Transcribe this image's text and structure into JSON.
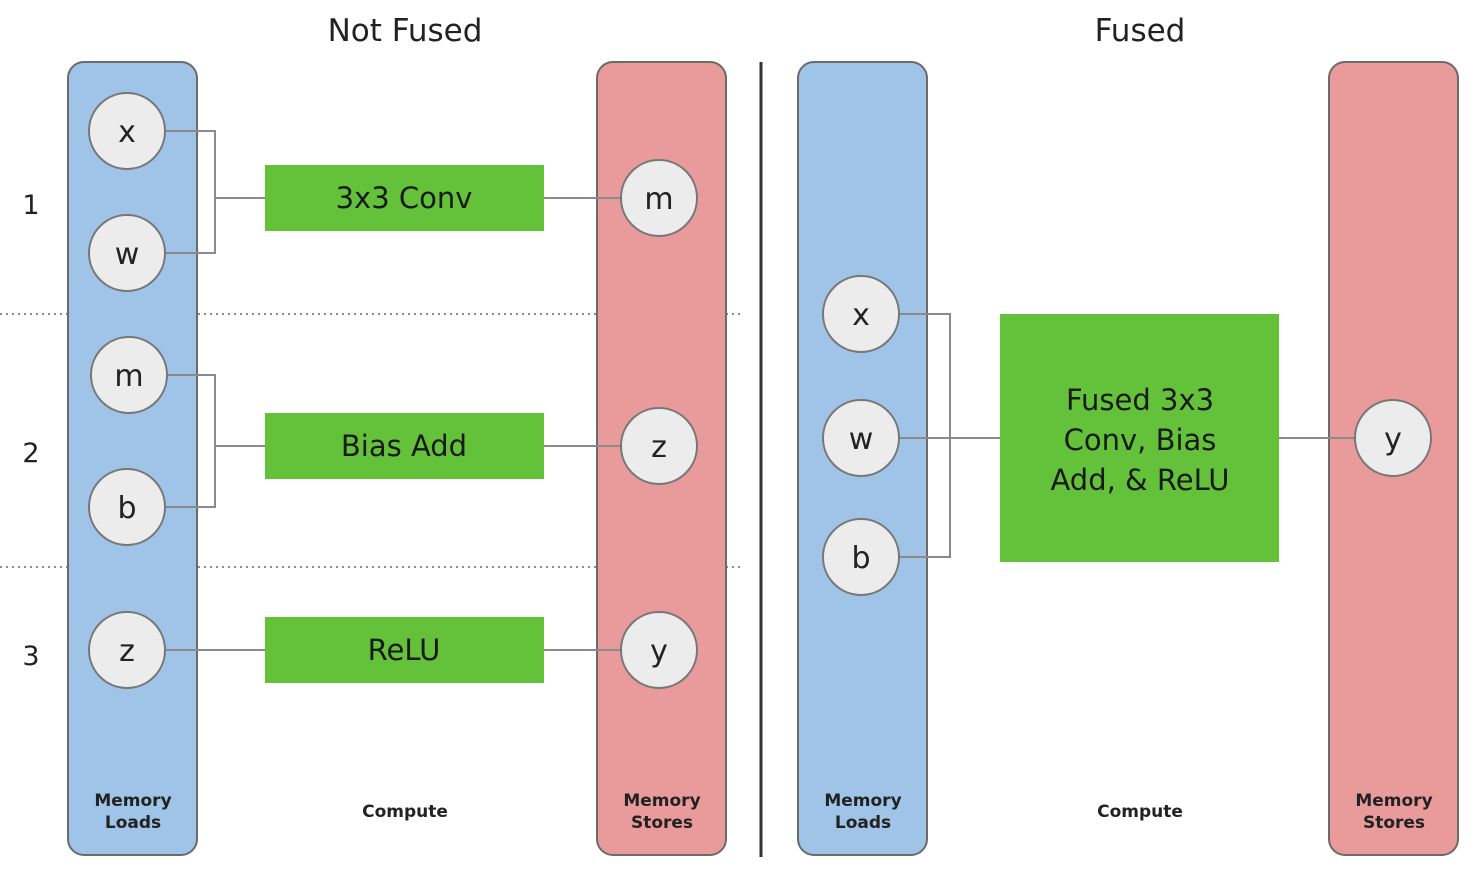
{
  "titles": {
    "left": "Not Fused",
    "right": "Fused"
  },
  "rows": [
    "1",
    "2",
    "3"
  ],
  "left": {
    "loads_label": [
      "Memory",
      "Loads"
    ],
    "compute_label": "Compute",
    "stores_label": [
      "Memory",
      "Stores"
    ],
    "load_nodes": [
      "x",
      "w",
      "m",
      "b",
      "z"
    ],
    "ops": [
      "3x3 Conv",
      "Bias Add",
      "ReLU"
    ],
    "store_nodes": [
      "m",
      "z",
      "y"
    ]
  },
  "right": {
    "loads_label": [
      "Memory",
      "Loads"
    ],
    "compute_label": "Compute",
    "stores_label": [
      "Memory",
      "Stores"
    ],
    "load_nodes": [
      "x",
      "w",
      "b"
    ],
    "op_lines": [
      "Fused 3x3",
      "Conv, Bias",
      "Add, & ReLU"
    ],
    "store_nodes": [
      "y"
    ]
  },
  "colors": {
    "loads": "#a0c4e8",
    "stores": "#e99a9a",
    "op": "#63c23a",
    "node": "#ececec"
  }
}
